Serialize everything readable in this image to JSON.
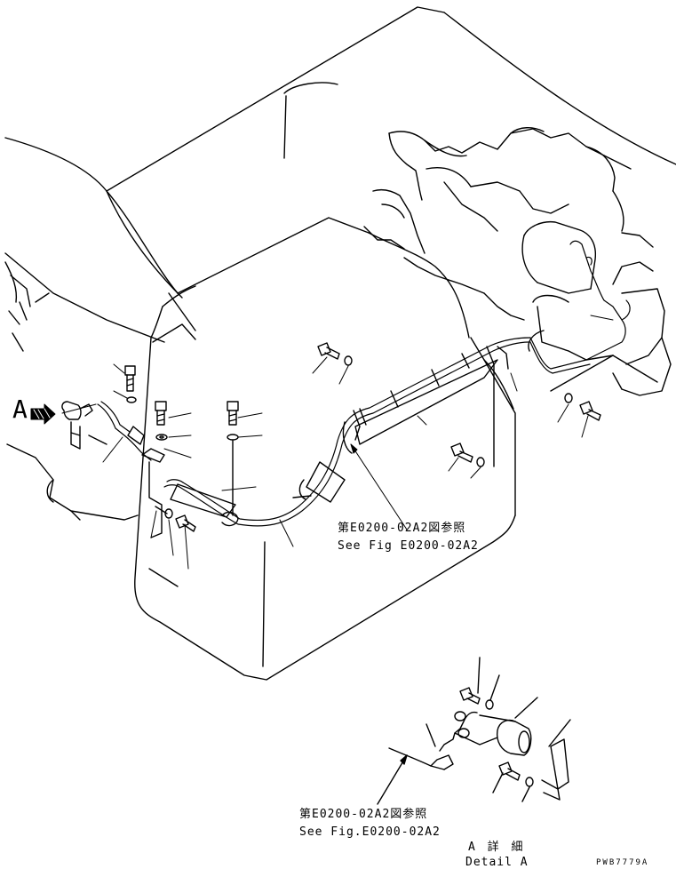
{
  "labels": {
    "view_marker": "A",
    "reference_1_jp": "第E0200-02A2図参照",
    "reference_1_en": "See Fig E0200-02A2",
    "reference_2_jp": "第E0200-02A2図参照",
    "reference_2_en": "See Fig.E0200-02A2",
    "detail_jp": "A 詳 細",
    "detail_en": "Detail A",
    "drawing_number": "PWB7779A"
  },
  "colors": {
    "line": "#000000",
    "background": "#ffffff"
  },
  "icons": {
    "view_arrow": "hatched-arrow-icon"
  }
}
